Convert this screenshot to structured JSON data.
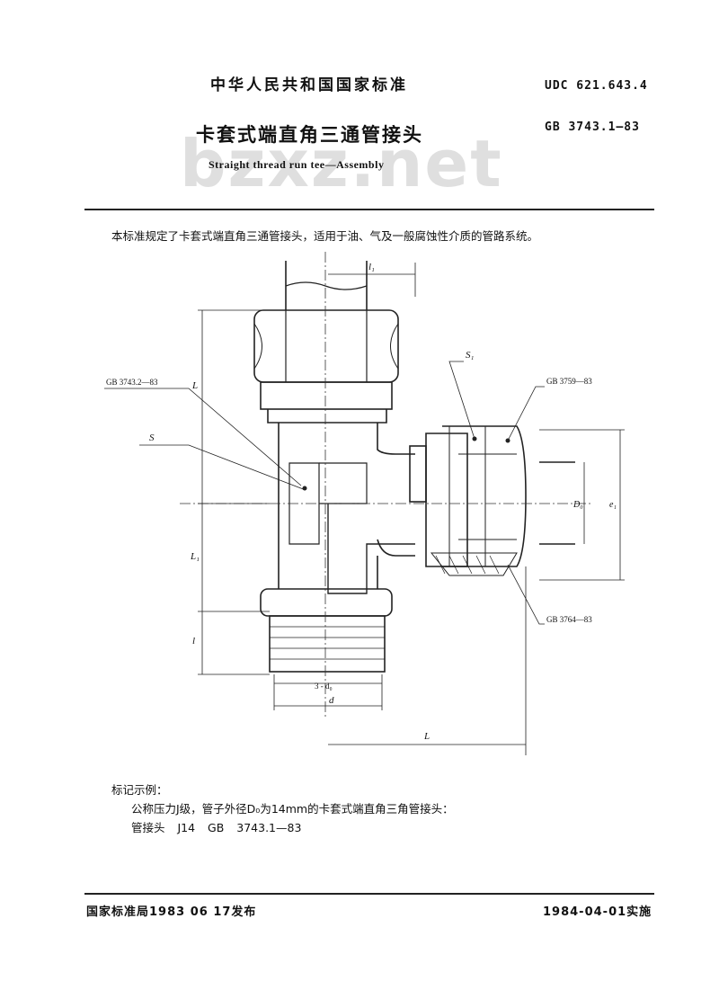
{
  "header": {
    "standard_cn": "中华人民共和国国家标准",
    "udc": "UDC 621.643.4",
    "title_cn": "卡套式端直角三通管接头",
    "code": "GB 3743.1—83",
    "title_en": "Straight thread run tee—Assembly",
    "watermark": "bzxz.net"
  },
  "body": {
    "scope": "本标准规定了卡套式端直角三通管接头，适用于油、气及一般腐蚀性介质的管路系统。"
  },
  "drawing": {
    "labels": {
      "l1": "l₁",
      "L_vert": "L",
      "S1": "S₁",
      "gb_left": "GB 3743.2—83",
      "gb_right_top": "GB 3759—83",
      "S": "S",
      "D0": "D₀",
      "e1": "e₁",
      "L1": "L₁",
      "gb_right_bottom": "GB 3764—83",
      "l": "l",
      "threed0": "3 - d₀",
      "d": "d",
      "L_horz": "L"
    }
  },
  "marking": {
    "heading": "标记示例：",
    "line1": "公称压力J级，管子外径D₀为14mm的卡套式端直角三角管接头：",
    "line2": "管接头  J14  GB 3743.1—83"
  },
  "footer": {
    "issued": "国家标准局1983 06 17发布",
    "implemented": "1984-04-01实施"
  }
}
